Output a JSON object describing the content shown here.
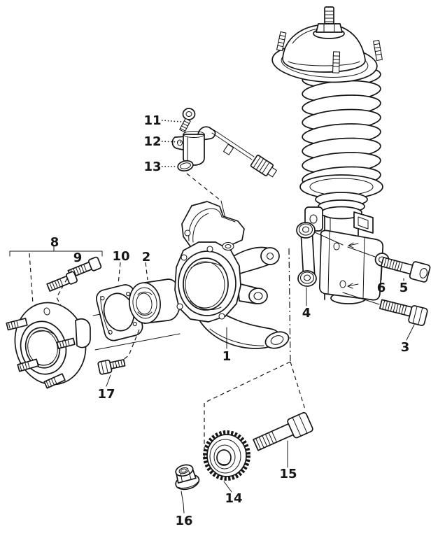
{
  "diagram": {
    "type": "exploded-parts-diagram",
    "background_color": "#ffffff",
    "line_color": "#161616",
    "callouts": [
      {
        "label": "1"
      },
      {
        "label": "2"
      },
      {
        "label": "3"
      },
      {
        "label": "4"
      },
      {
        "label": "5"
      },
      {
        "label": "6"
      },
      {
        "label": "8"
      },
      {
        "label": "9"
      },
      {
        "label": "10"
      },
      {
        "label": "11"
      },
      {
        "label": "12"
      },
      {
        "label": "13"
      },
      {
        "label": "14"
      },
      {
        "label": "15"
      },
      {
        "label": "16"
      },
      {
        "label": "17"
      }
    ]
  }
}
